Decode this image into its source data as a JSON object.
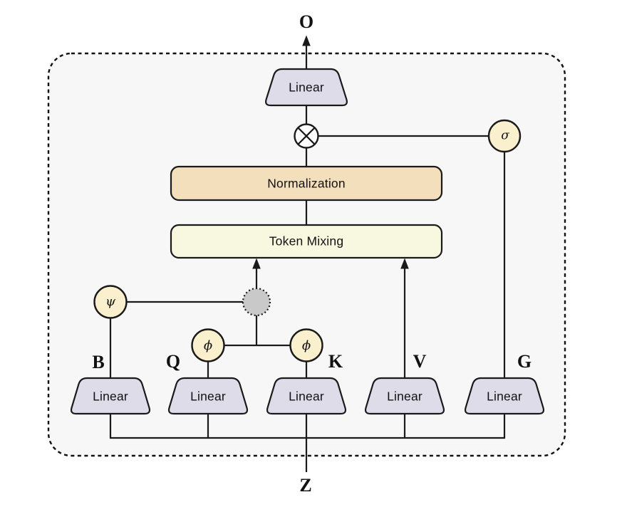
{
  "figure": {
    "io": {
      "output": "O",
      "input": "Z"
    },
    "ops": {
      "sigma": "σ",
      "psi": "ψ",
      "phi_left": "ϕ",
      "phi_right": "ϕ"
    },
    "blocks": {
      "output_projection": "Linear",
      "normalization": "Normalization",
      "token_mixing": "Token Mixing"
    },
    "branches": [
      {
        "name": "B",
        "block": "Linear"
      },
      {
        "name": "Q",
        "block": "Linear"
      },
      {
        "name": "K",
        "block": "Linear"
      },
      {
        "name": "V",
        "block": "Linear"
      },
      {
        "name": "G",
        "block": "Linear"
      }
    ],
    "colors": {
      "container_fill": "#f7f7f7",
      "linear_fill": "#dedce9",
      "normalization_fill": "#f3dfbc",
      "token_mixing_fill": "#f8f8e0",
      "operator_circle_fill": "#faf0cd",
      "junction_fill": "#c9c9c9",
      "multiply_fill": "#ffffff",
      "stroke": "#1a1a1a"
    }
  }
}
